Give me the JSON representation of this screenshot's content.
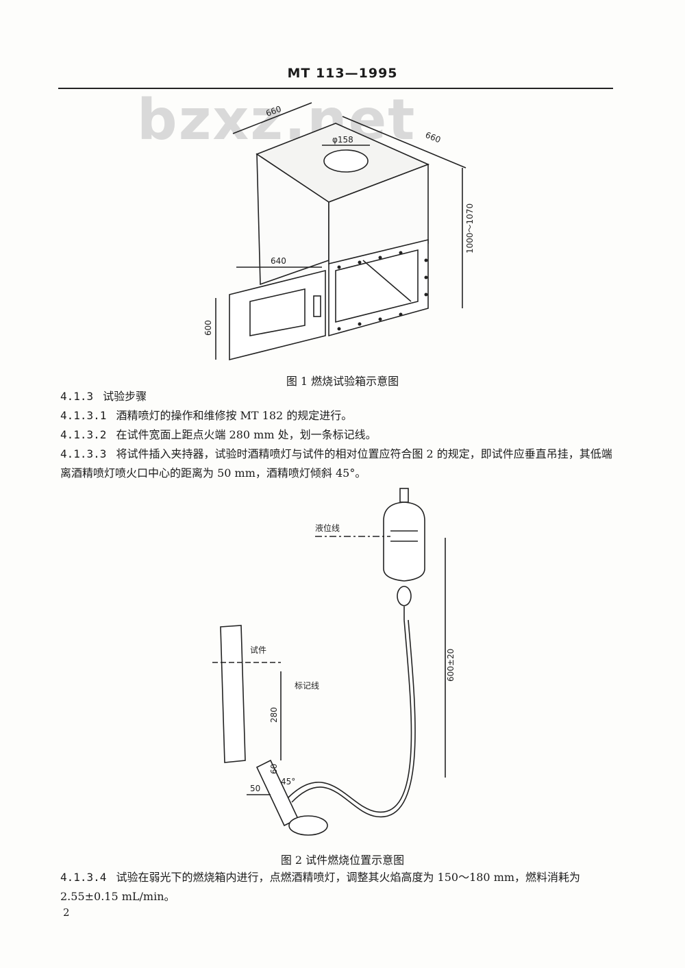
{
  "header": {
    "text": "MT 113—1995"
  },
  "watermark": {
    "text": "bzxz.net"
  },
  "figure1": {
    "caption": "图 1   燃烧试验箱示意图",
    "dim_top_left": "660",
    "dim_top_right": "660",
    "dim_hole": "φ158",
    "dim_height": "1000～1070",
    "dim_window_width": "640",
    "dim_window_height": "600"
  },
  "sections": [
    {
      "number": "4.1.3",
      "text": "试验步骤"
    },
    {
      "number": "4.1.3.1",
      "text": "酒精喷灯的操作和维修按 MT 182 的规定进行。"
    },
    {
      "number": "4.1.3.2",
      "text": "在试件宽面上距点火端 280 mm 处，划一条标记线。"
    },
    {
      "number": "4.1.3.3",
      "text": "将试件插入夹持器，试验时酒精喷灯与试件的相对位置应符合图 2 的规定，即试件应垂直吊挂，其低端离酒精喷灯喷火口中心的距离为 50 mm，酒精喷灯倾斜 45°。"
    }
  ],
  "figure2": {
    "caption": "图 2   试件燃烧位置示意图",
    "label_level": "液位线",
    "label_specimen": "试件",
    "label_mark": "标记线",
    "dim_280": "280",
    "dim_60": "60",
    "dim_50": "50",
    "dim_45": "45°",
    "dim_600": "600±20"
  },
  "section_last": {
    "number": "4.1.3.4",
    "text": "试验在弱光下的燃烧箱内进行，点燃酒精喷灯，调整其火焰高度为 150～180 mm，燃料消耗为 2.55±0.15 mL/min。"
  },
  "page_number": "2"
}
